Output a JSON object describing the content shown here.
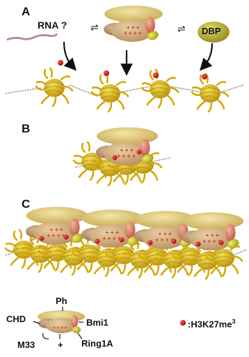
{
  "panels": [
    "A",
    "B",
    "C"
  ],
  "panel_a": {
    "rna_label": "RNA ?",
    "dbp_label": "DBP",
    "rna_to_complex_arrow": "⇌",
    "complex_to_dbp_arrow": "⇌"
  },
  "legend": {
    "ph": "Ph",
    "chd": "CHD",
    "bmi1": "Bmi1",
    "m33": "M33",
    "plus": "+",
    "ring1a": "Ring1A",
    "mark_label": ":H3K27me",
    "mark_superscript": "3"
  },
  "colors": {
    "ph_body": "#d8c26a",
    "m33_body": "#c9a872",
    "chd": "#b8906a",
    "bmi1": "#d9806a",
    "ring1a": "#c8c21e",
    "dbp": "#b9b030",
    "nucleosome": "#d9b91a",
    "nucleosome_dark": "#a8820a",
    "histone_tail": "#d4a900",
    "mark": "#cc1111",
    "plus_sign": "#dd2a2a",
    "arrow": "#111111"
  }
}
